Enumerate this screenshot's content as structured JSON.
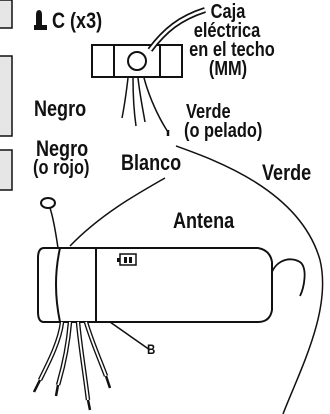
{
  "labels": {
    "connector_count": "C (x3)",
    "ceiling_box": [
      "Caja",
      "eléctrica",
      "en el techo",
      "(MM)"
    ],
    "black_wire": "Negro",
    "black_or_red_wire": [
      "Negro",
      "(o rojo)"
    ],
    "white_wire": "Blanco",
    "green_or_bare_wire": [
      "Verde",
      "(o pelado)"
    ],
    "green_wire": "Verde",
    "antenna": "Antena",
    "receiver": "B"
  },
  "colors": {
    "ink": "#111111",
    "background": "#ffffff",
    "panel_fill": "#e6e6e6"
  }
}
